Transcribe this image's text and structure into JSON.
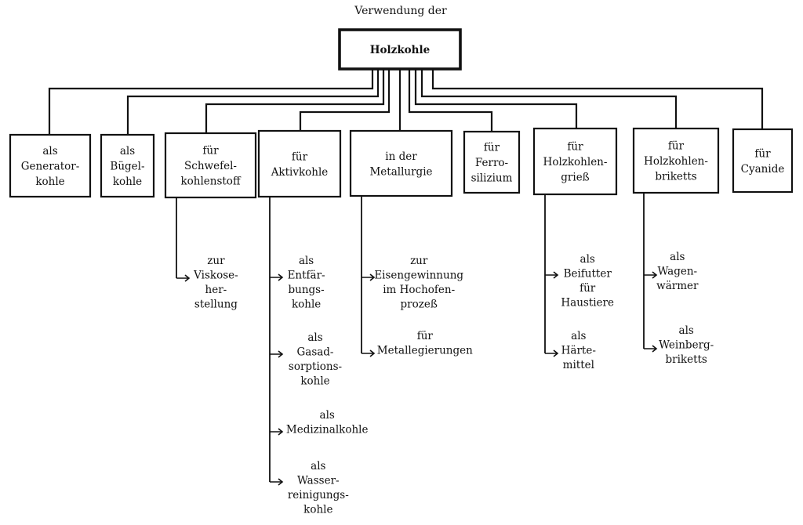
{
  "diagram": {
    "caption": "Verwendung der",
    "root": {
      "label": "Holzkohle"
    },
    "categories": [
      {
        "lines": [
          "als",
          "Generator-",
          "kohle"
        ],
        "children": []
      },
      {
        "lines": [
          "als",
          "Bügel-",
          "kohle"
        ],
        "children": []
      },
      {
        "lines": [
          "für",
          "Schwefel-",
          "kohlenstoff"
        ],
        "children": [
          {
            "lines": [
              "zur",
              "Viskose-",
              "her-",
              "stellung"
            ]
          }
        ]
      },
      {
        "lines": [
          "für",
          "Aktivkohle"
        ],
        "children": [
          {
            "lines": [
              "als",
              "Entfär-",
              "bungs-",
              "kohle"
            ]
          },
          {
            "lines": [
              "als",
              "Gasad-",
              "sorptions-",
              "kohle"
            ]
          },
          {
            "lines": [
              "als",
              "Medizinalkohle"
            ]
          },
          {
            "lines": [
              "als",
              "Wasser-",
              "reinigungs-",
              "kohle"
            ]
          }
        ]
      },
      {
        "lines": [
          "in der",
          "Metallurgie"
        ],
        "children": [
          {
            "lines": [
              "zur",
              "Eisengewinnung",
              "im Hochofen-",
              "prozeß"
            ]
          },
          {
            "lines": [
              "für",
              "Metallegierungen"
            ]
          }
        ]
      },
      {
        "lines": [
          "für",
          "Ferro-",
          "silizium"
        ],
        "children": []
      },
      {
        "lines": [
          "für",
          "Holzkohlen-",
          "grieß"
        ],
        "children": [
          {
            "lines": [
              "als",
              "Beifutter",
              "für",
              "Haustiere"
            ]
          },
          {
            "lines": [
              "als",
              "Härte-",
              "mittel"
            ]
          }
        ]
      },
      {
        "lines": [
          "für",
          "Holzkohlen-",
          "briketts"
        ],
        "children": [
          {
            "lines": [
              "als",
              "Wagen-",
              "wärmer"
            ]
          },
          {
            "lines": [
              "als",
              "Weinberg-",
              "briketts"
            ]
          }
        ]
      },
      {
        "lines": [
          "für",
          "Cyanide"
        ],
        "children": []
      }
    ]
  }
}
